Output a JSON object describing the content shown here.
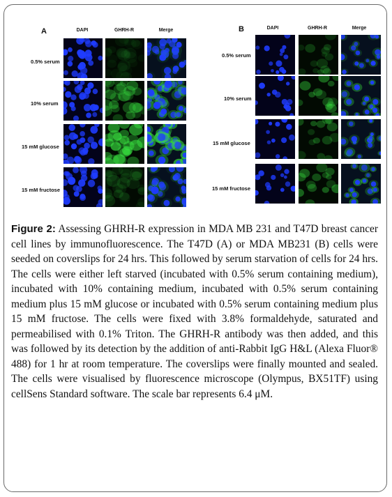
{
  "panels": [
    {
      "letter": "A",
      "columns": [
        "DAPI",
        "GHRH-R",
        "Merge"
      ],
      "rows": [
        "0.5% serum",
        "10% serum",
        "15 mM glucose",
        "15 mM fructose"
      ]
    },
    {
      "letter": "B",
      "columns": [
        "DAPI",
        "GHRH-R",
        "Merge"
      ],
      "rows": [
        "0.5% serum",
        "10% serum",
        "15 mM glucose",
        "15 mM fructose"
      ]
    }
  ],
  "caption": {
    "label": "Figure 2:",
    "text": " Assessing GHRH-R expression in MDA MB 231 and T47D breast cancer cell lines by immunofluorescence. The T47D (A) or MDA MB231 (B) cells were seeded on coverslips for 24 hrs. This followed by serum starvation of cells for 24 hrs. The cells were either left starved (incubated with 0.5% serum containing medium), incubated with 10% containing medium, incubated with 0.5% serum containing medium plus 15 mM glucose or incubated with 0.5% serum containing medium plus 15 mM fructose. The cells were fixed with 3.8% formaldehyde, saturated and permeabilised with 0.1% Triton. The GHRH-R antibody was then added, and this was followed by its detection by the addition of anti-Rabbit IgG H&L (Alexa Fluor® 488) for 1 hr at room temperature. The coverslips were finally mounted and sealed. The cells were visualised by fluorescence microscope (Olympus, BX51TF) using cellSens Standard software. The scale bar represents 6.4 μM."
  },
  "channel_colors": {
    "dapi": "#1f3cff",
    "ghrh": "#38e040",
    "merge_bg": "#06101e"
  },
  "ghrh_intensity": {
    "A": [
      0.1,
      0.55,
      0.9,
      0.2
    ],
    "B": [
      0.35,
      0.55,
      0.45,
      0.6
    ]
  }
}
